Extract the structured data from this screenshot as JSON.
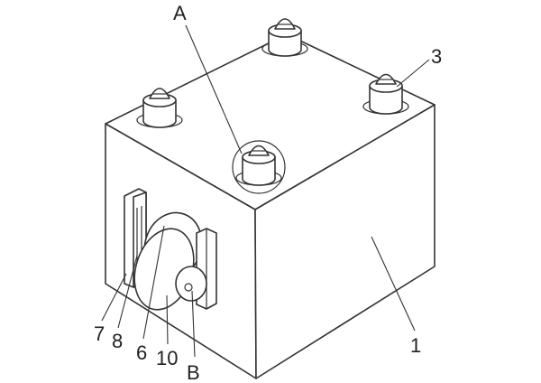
{
  "figure": {
    "labels": {
      "A": "A",
      "B": "B",
      "one": "1",
      "three": "3",
      "six": "6",
      "seven": "7",
      "eight": "8",
      "ten": "10"
    }
  }
}
